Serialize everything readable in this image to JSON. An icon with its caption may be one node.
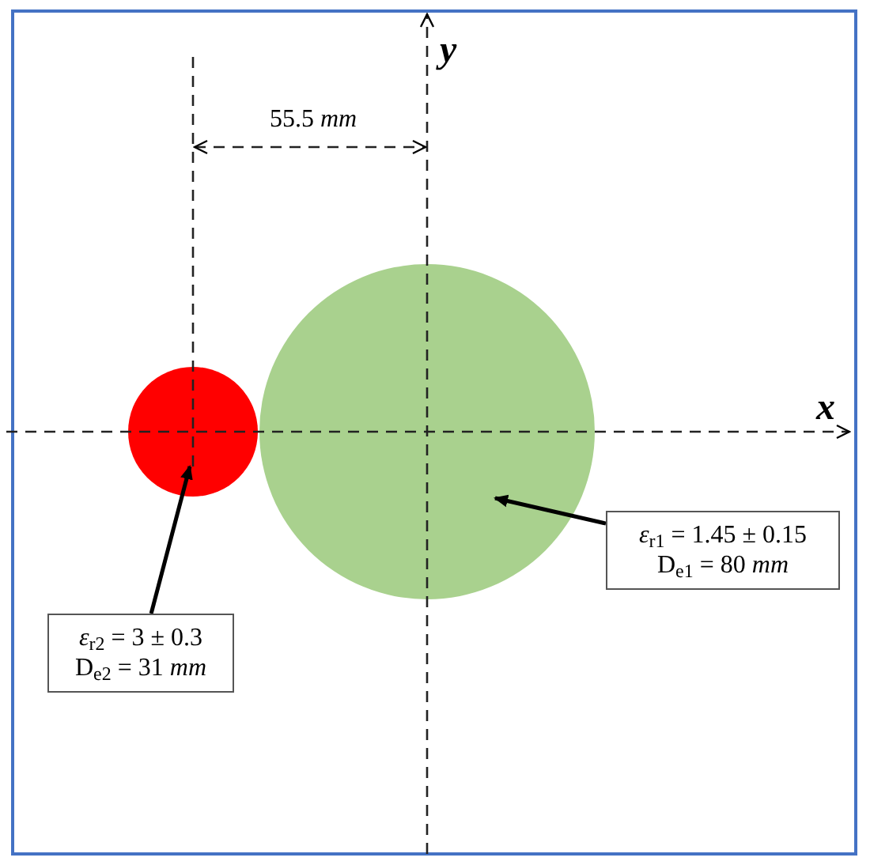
{
  "diagram": {
    "nodes": [
      {
        "text": [],
        "shape": "circle"
      },
      {
        "text": [],
        "shape": "circle"
      },
      {
        "text": [
          "*ε*$_{r1}$ = 1.45 ± 0.15",
          "D$_{e1}$ = 80 *mm*"
        ]
      },
      {
        "text": [
          "*ε*$_{r2}$ = 3 ± 0.3",
          "D$_{e2}$ = 31 *mm*"
        ]
      }
    ],
    "edges": [
      {
        "from": 2,
        "to": 1,
        "arrow": "to"
      },
      {
        "from": 3,
        "to": 0,
        "arrow": "to"
      }
    ],
    "labels": [
      "*y*",
      "55.5 *mm*",
      "*x*"
    ]
  }
}
